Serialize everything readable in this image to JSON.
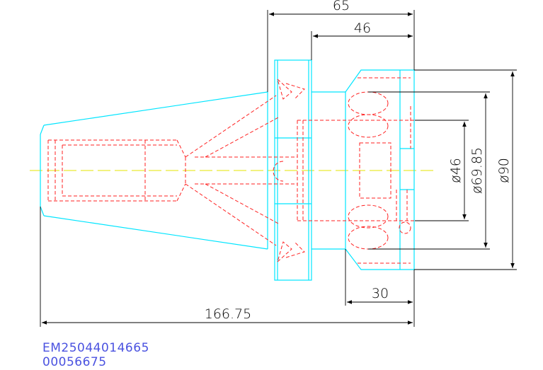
{
  "drawing": {
    "dimensions": {
      "overall_length": "166.75",
      "flange_to_end": "65",
      "body_to_end": "46",
      "nut_length": "30",
      "bore_diameter": "ø46",
      "pitch_diameter": "ø69.85",
      "outer_diameter": "ø90"
    },
    "part_code": "EM25044014665",
    "serial_number": "00056675",
    "colors": {
      "outline": "#00e5ff",
      "hidden": "#ff2222",
      "centerline": "#e6e600",
      "dimension": "#000000",
      "code_text": "#4a52e0"
    }
  }
}
